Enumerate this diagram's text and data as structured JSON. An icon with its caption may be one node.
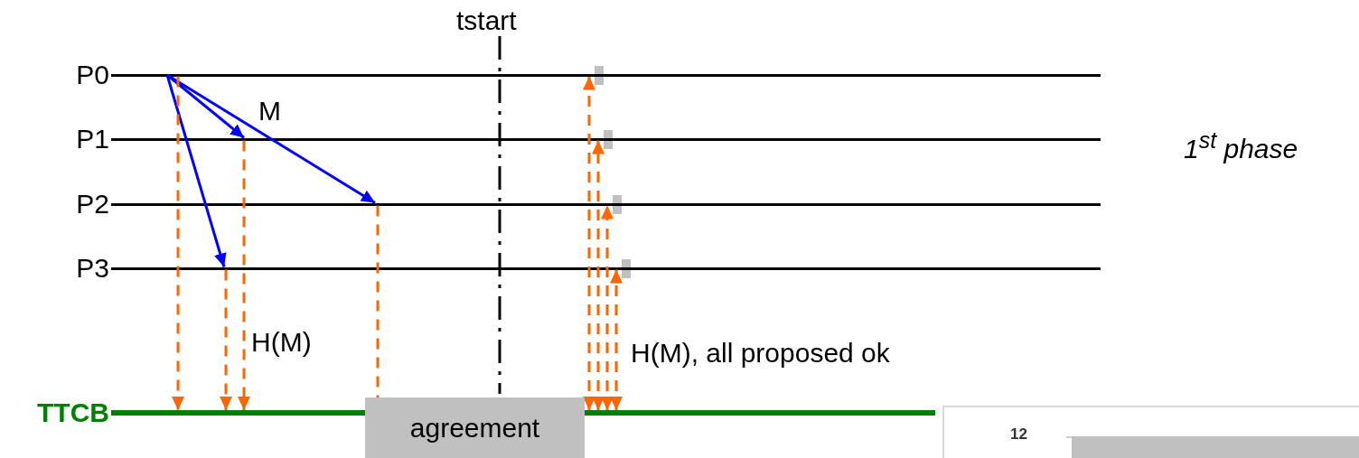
{
  "diagram": {
    "nodes": [
      {
        "text": [
          "P0"
        ]
      },
      {
        "text": [
          "P1"
        ]
      },
      {
        "text": [
          "P2"
        ]
      },
      {
        "text": [
          "P3"
        ]
      },
      {
        "text": [
          "TTCB"
        ]
      },
      {
        "text": [
          "agreement"
        ]
      }
    ],
    "edges": [
      {
        "from": 0,
        "to": 1,
        "arrow": "to",
        "color": "#0000ff"
      },
      {
        "from": 0,
        "to": 2,
        "arrow": "to",
        "color": "#0000ff"
      },
      {
        "from": 0,
        "to": 3,
        "arrow": "to",
        "color": "#0000ff"
      },
      {
        "from": 0,
        "to": 4,
        "arrow": "to",
        "style": "dashed"
      },
      {
        "from": 3,
        "to": 4,
        "arrow": "to",
        "style": "dashed"
      },
      {
        "from": 1,
        "to": 4,
        "arrow": "to",
        "style": "dashed"
      },
      {
        "from": 2,
        "to": 5,
        "arrow": "none",
        "style": "dashed"
      },
      {
        "from": 4,
        "to": 0,
        "arrow": "both",
        "style": "dashed"
      },
      {
        "from": 4,
        "to": 1,
        "arrow": "both",
        "style": "dashed"
      },
      {
        "from": 4,
        "to": 2,
        "arrow": "both",
        "style": "dashed"
      },
      {
        "from": 4,
        "to": 3,
        "arrow": "both",
        "style": "dashed"
      }
    ],
    "labels": [
      "tstart",
      "M",
      "1$^{st}$ phase",
      "H(M)",
      "H(M), all proposed ok",
      "12"
    ]
  }
}
